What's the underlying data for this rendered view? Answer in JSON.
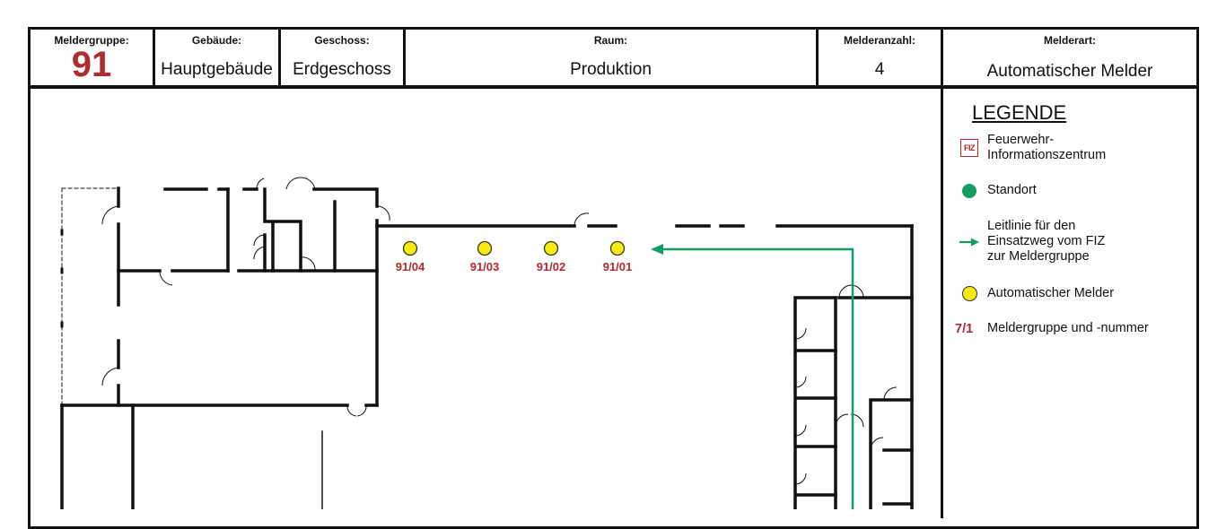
{
  "header": {
    "group_label": "Meldergruppe:",
    "group_value": "91",
    "building_label": "Gebäude:",
    "building_value": "Hauptgebäude",
    "floor_label": "Geschoss:",
    "floor_value": "Erdgeschoss",
    "room_label": "Raum:",
    "room_value": "Produktion",
    "count_label": "Melderanzahl:",
    "count_value": "4",
    "type_label": "Melderart:",
    "type_value": "Automatischer Melder"
  },
  "legend": {
    "title": "LEGENDE",
    "fiz_icon_text": "FIZ",
    "fiz_line1": "Feuerwehr-",
    "fiz_line2": "Informationszentrum",
    "standort": "Standort",
    "route_line1": "Leitlinie für den",
    "route_line2": "Einsatzweg vom FIZ",
    "route_line3": "zur Meldergruppe",
    "detector": "Automatischer Melder",
    "sample_label": "7/1",
    "group_number": "Meldergruppe und -nummer"
  },
  "detectors": [
    {
      "label": "91/04"
    },
    {
      "label": "91/03"
    },
    {
      "label": "91/02"
    },
    {
      "label": "91/01"
    }
  ],
  "colors": {
    "group_red": "#b02a30",
    "route_green": "#139d64",
    "detector_yellow": "#f6ea10",
    "line": "#111111"
  },
  "icons": {
    "fiz": "fiz-icon",
    "standort": "standort-dot-icon",
    "route": "route-arrow-icon",
    "detector": "detector-icon"
  }
}
